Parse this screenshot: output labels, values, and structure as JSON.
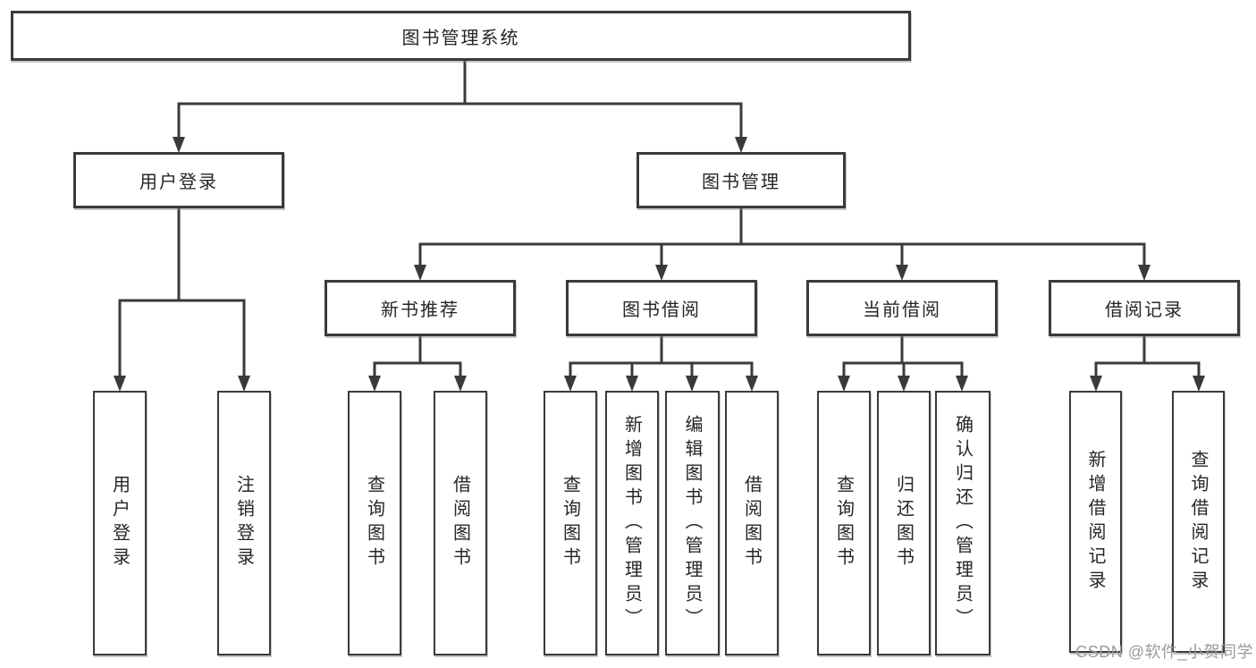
{
  "diagram": {
    "type": "hierarchy-flowchart",
    "tree": {
      "root": {
        "label": "图书管理系统"
      },
      "children": [
        {
          "label": "用户登录",
          "children": [
            {
              "label": "用户登录"
            },
            {
              "label": "注销登录"
            }
          ]
        },
        {
          "label": "图书管理",
          "children": [
            {
              "label": "新书推荐",
              "children": [
                {
                  "label": "查询图书"
                },
                {
                  "label": "借阅图书"
                }
              ]
            },
            {
              "label": "图书借阅",
              "children": [
                {
                  "label": "查询图书"
                },
                {
                  "label": "新增图书（管理员）"
                },
                {
                  "label": "编辑图书（管理员）"
                },
                {
                  "label": "借阅图书"
                }
              ]
            },
            {
              "label": "当前借阅",
              "children": [
                {
                  "label": "查询图书"
                },
                {
                  "label": "归还图书"
                },
                {
                  "label": "确认归还（管理员）"
                }
              ]
            },
            {
              "label": "借阅记录",
              "children": [
                {
                  "label": "新增借阅记录"
                },
                {
                  "label": "查询借阅记录"
                }
              ]
            }
          ]
        }
      ]
    },
    "colors": {
      "line": "#3a3a3a",
      "box_border": "#3a3a3a",
      "text": "#262626",
      "background": "#ffffff",
      "watermark": "#9b9b9b"
    }
  },
  "watermark": {
    "text": "CSDN @软件_小贺同学"
  }
}
